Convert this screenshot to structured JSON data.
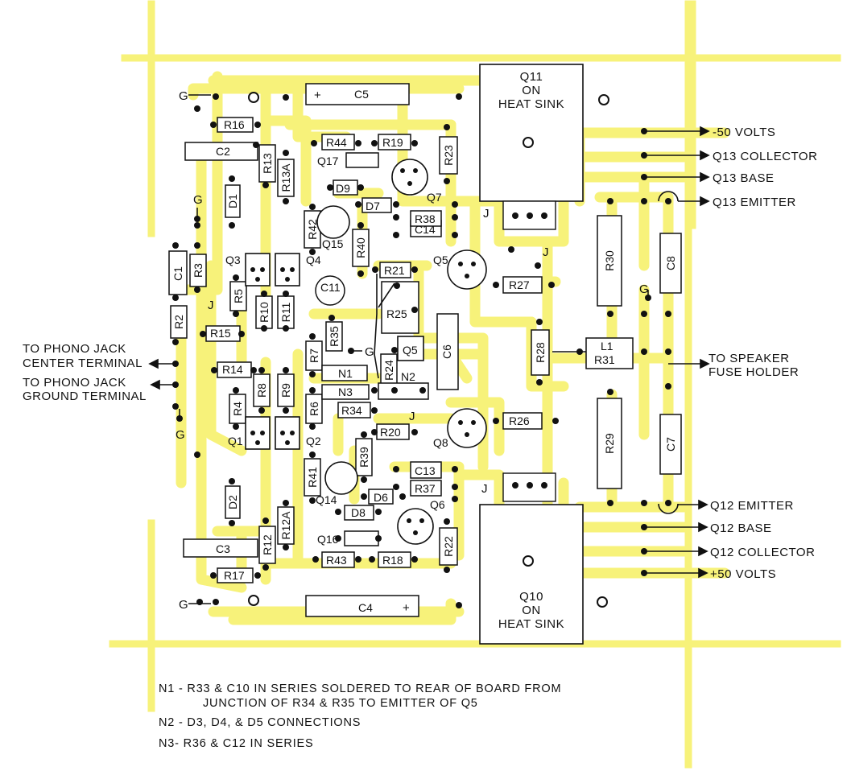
{
  "colors": {
    "trace": "#f7f27a",
    "ink": "#111111",
    "board": "#ffffff"
  },
  "labels": {
    "ground": "G",
    "jumper": "J",
    "minus50": "-50 VOLTS",
    "q13_collector": "Q13 COLLECTOR",
    "q13_base": "Q13 BASE",
    "q13_emitter": "Q13 EMITTER",
    "speaker_1": "TO SPEAKER",
    "speaker_2": "FUSE HOLDER",
    "q12_emitter": "Q12 EMITTER",
    "q12_base": "Q12 BASE",
    "q12_collector": "Q12 COLLECTOR",
    "plus50": "+50 VOLTS",
    "phono_center_1": "TO PHONO JACK",
    "phono_center_2": "CENTER TERMINAL",
    "phono_ground_1": "TO PHONO JACK",
    "phono_ground_2": "GROUND TERMINAL"
  },
  "heat_sinks": {
    "q11": [
      "Q11",
      "ON",
      "HEAT SINK"
    ],
    "q10": [
      "Q10",
      "ON",
      "HEAT SINK"
    ]
  },
  "components": {
    "c5": "C5",
    "c4": "C4",
    "c2": "C2",
    "c3": "C3",
    "c1": "C1",
    "c6": "C6",
    "c7": "C7",
    "c8": "C8",
    "c11": "C11",
    "c13": "C13",
    "c14": "C14",
    "r16": "R16",
    "r17": "R17",
    "r13": "R13",
    "r13a": "R13A",
    "r12": "R12",
    "r12a": "R12A",
    "r44": "R44",
    "r19": "R19",
    "r23": "R23",
    "r22": "R22",
    "r43": "R43",
    "r18": "R18",
    "r38": "R38",
    "r37": "R37",
    "r42": "R42",
    "r40": "R40",
    "r41": "R41",
    "r39": "R39",
    "r21": "R21",
    "r25": "R25",
    "r27": "R27",
    "r26": "R26",
    "r28": "R28",
    "r30": "R30",
    "r29": "R29",
    "r31": "R31",
    "l1": "L1",
    "r3": "R3",
    "r2": "R2",
    "r5": "R5",
    "r10": "R10",
    "r11": "R11",
    "r15": "R15",
    "r14": "R14",
    "r4": "R4",
    "r8": "R8",
    "r9": "R9",
    "r7": "R7",
    "r35": "R35",
    "r6": "R6",
    "r24": "R24",
    "r34": "R34",
    "r20": "R20",
    "d1": "D1",
    "d2": "D2",
    "d6": "D6",
    "d7": "D7",
    "d8": "D8",
    "d9": "D9",
    "n1": "N1",
    "n2": "N2",
    "n3": "N3",
    "q1": "Q1",
    "q2": "Q2",
    "q3": "Q3",
    "q4": "Q4",
    "q5": "Q5",
    "q5b": "Q5",
    "q6": "Q6",
    "q7": "Q7",
    "q8": "Q8",
    "q14": "Q14",
    "q15": "Q15",
    "q16": "Q16",
    "q17": "Q17"
  },
  "notes": [
    "N1 - R33 & C10 IN SERIES SOLDERED TO REAR OF BOARD FROM",
    "JUNCTION OF R34 & R35 TO EMITTER OF Q5",
    "N2 - D3, D4, & D5 CONNECTIONS",
    "N3- R36 & C12 IN SERIES"
  ]
}
